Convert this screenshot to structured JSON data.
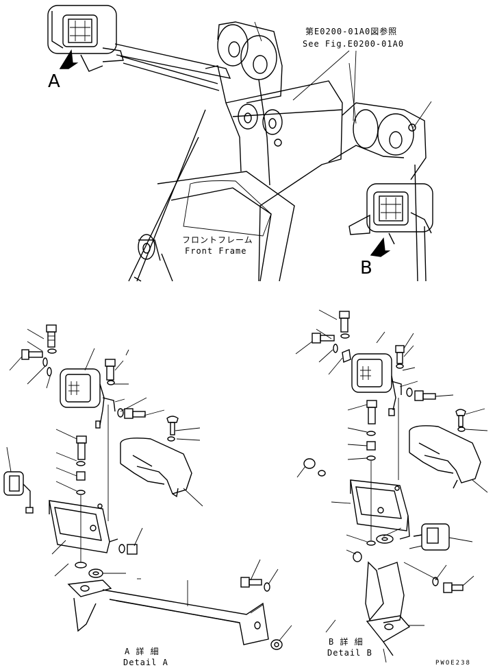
{
  "labels": {
    "view_a": "A",
    "view_b": "B",
    "ref_jp": "第E0200-01A0図参照",
    "ref_en": "See Fig.E0200-01A0",
    "frame_jp": "フロントフレーム",
    "frame_en": "Front Frame",
    "detail_a_jp": "A 詳 細",
    "detail_a_en": "Detail A",
    "detail_b_jp": "B 詳 細",
    "detail_b_en": "Detail B",
    "drawing_no": "PWOE238"
  }
}
